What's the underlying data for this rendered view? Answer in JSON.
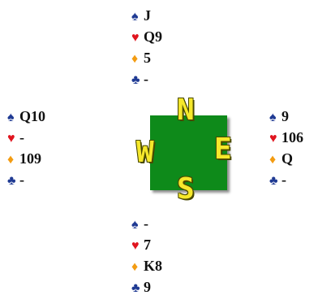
{
  "colors": {
    "spade": "#1f3a93",
    "heart": "#e0141e",
    "diamond": "#f39c12",
    "club": "#1f3a93",
    "compass_bg": "#0e8a1a",
    "compass_letters": "#f6e82b"
  },
  "suit_symbols": {
    "spades": "♠",
    "hearts": "♥",
    "diamonds": "♦",
    "clubs": "♣"
  },
  "compass": {
    "n": "N",
    "w": "W",
    "e": "E",
    "s": "S"
  },
  "hands": {
    "north": {
      "spades": "J",
      "hearts": "Q9",
      "diamonds": "5",
      "clubs": "-"
    },
    "west": {
      "spades": "Q10",
      "hearts": "-",
      "diamonds": "109",
      "clubs": "-"
    },
    "east": {
      "spades": "9",
      "hearts": "106",
      "diamonds": "Q",
      "clubs": "-"
    },
    "south": {
      "spades": "-",
      "hearts": "7",
      "diamonds": "K8",
      "clubs": "9"
    }
  }
}
